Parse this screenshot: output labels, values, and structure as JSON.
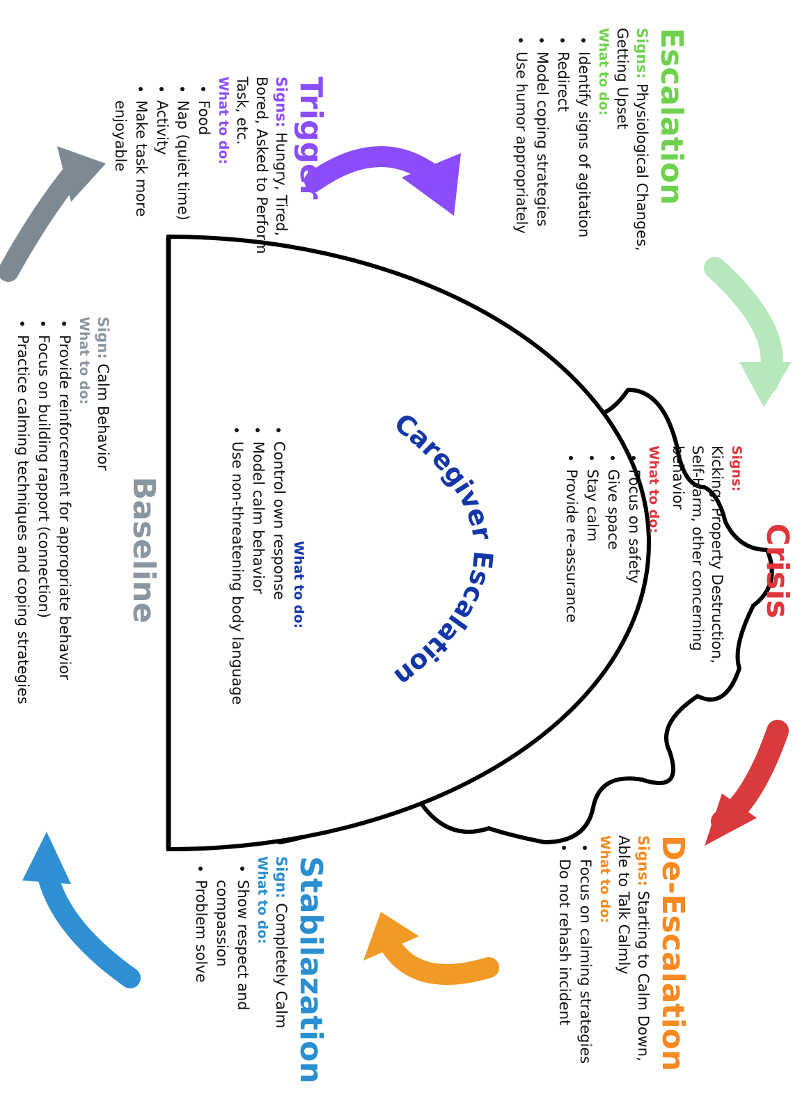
{
  "colors": {
    "escalation": "#6fd24f",
    "crisis": "#e0353c",
    "deescalation": "#f6891f",
    "stabilization": "#2a8fd1",
    "baseline": "#8a96a0",
    "trigger": "#8b4dfb",
    "caregiver": "#1437a8",
    "arrow_escalation": "#b7e8bd",
    "arrow_crisis": "#d93a3c",
    "arrow_deescalation": "#f29a26",
    "arrow_stabilization": "#2e8fd3",
    "arrow_baseline": "#7d8a94",
    "arrow_trigger": "#8b4dfb"
  },
  "escalation": {
    "title": "Escalation",
    "signs_label": "Signs:",
    "signs_text": "Physiological Changes, Getting Upset",
    "todo_label": "What to do:",
    "items": [
      "Identify signs of agitation",
      "Redirect",
      "Model coping strategies",
      "Use humor appropriately"
    ]
  },
  "crisis": {
    "title": "Crisis",
    "signs_label": "Signs:",
    "signs_text": "Kicking, Property Destruction, Self-Harm, other concerning behavior",
    "todo_label": "What to do:",
    "items": [
      "Focus on safety",
      "Give space",
      "Stay calm",
      "Provide re-assurance"
    ]
  },
  "deescalation": {
    "title": "De-Escalation",
    "signs_label": "Signs:",
    "signs_text": "Starting to Calm Down, Able to Talk Calmly",
    "todo_label": "What to do:",
    "items": [
      "Focus on calming strategies",
      "Do not rehash incident"
    ]
  },
  "stabilization": {
    "title": "Stabilazation",
    "signs_label": "Sign:",
    "signs_text": "Completely Calm",
    "todo_label": "What to do:",
    "items": [
      "Show respect and compassion",
      "Problem solve"
    ]
  },
  "baseline": {
    "title": "Baseline",
    "signs_label": "Sign:",
    "signs_text": "Calm Behavior",
    "todo_label": "What to do:",
    "items": [
      "Provide reinforcement for appropriate behavior",
      "Focus on building rapport (connection)",
      "Practice calming techniques and coping strategies"
    ]
  },
  "trigger": {
    "title": "Trigger",
    "signs_label": "Signs:",
    "signs_text": "Hungry, Tired, Bored, Asked to Perform Task, etc.",
    "todo_label": "What to do:",
    "items": [
      "Food",
      "Nap (quiet time)",
      "Activity",
      "Make task more enjoyable"
    ]
  },
  "caregiver": {
    "title": "Caregiver Escalation",
    "todo_label": "What to do:",
    "items": [
      "Control own response",
      "Model calm behavior",
      "Use non-threatening body language"
    ]
  }
}
